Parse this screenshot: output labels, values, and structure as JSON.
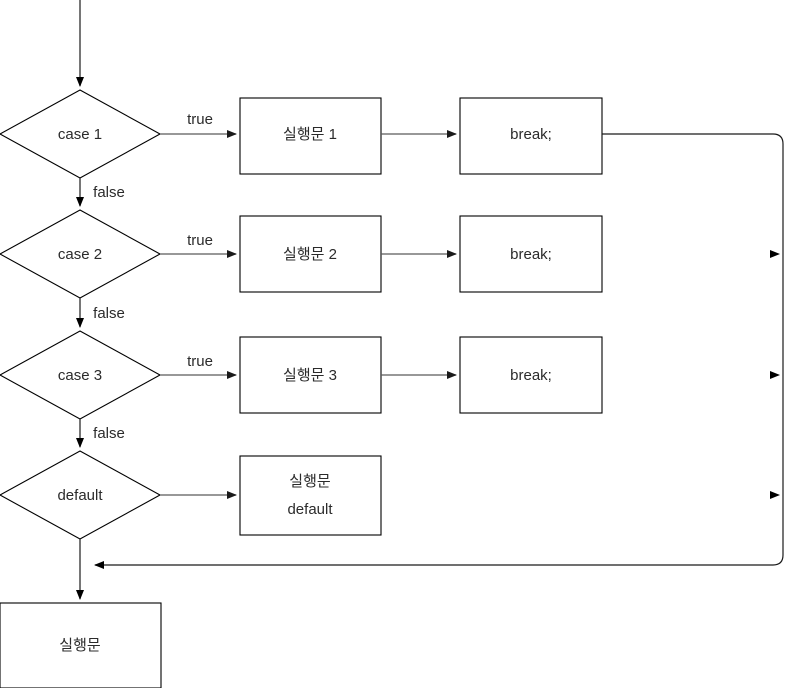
{
  "diagram": {
    "title": "switch-case flowchart",
    "background_color": "#ffffff",
    "shape_stroke_color": "#000000",
    "connector_color": "#5a5a5a",
    "text_color": "#2b2b2b"
  },
  "nodes": {
    "case1": "case 1",
    "case2": "case 2",
    "case3": "case 3",
    "default": "default",
    "stmt1": "실행문 1",
    "stmt2": "실행문 2",
    "stmt3": "실행문 3",
    "stmt_default_line1": "실행문",
    "stmt_default_line2": "default",
    "break1": "break;",
    "break2": "break;",
    "break3": "break;",
    "end_stmt": "실행문"
  },
  "edges": {
    "true1": "true",
    "true2": "true",
    "true3": "true",
    "false1": "false",
    "false2": "false",
    "false3": "false"
  }
}
